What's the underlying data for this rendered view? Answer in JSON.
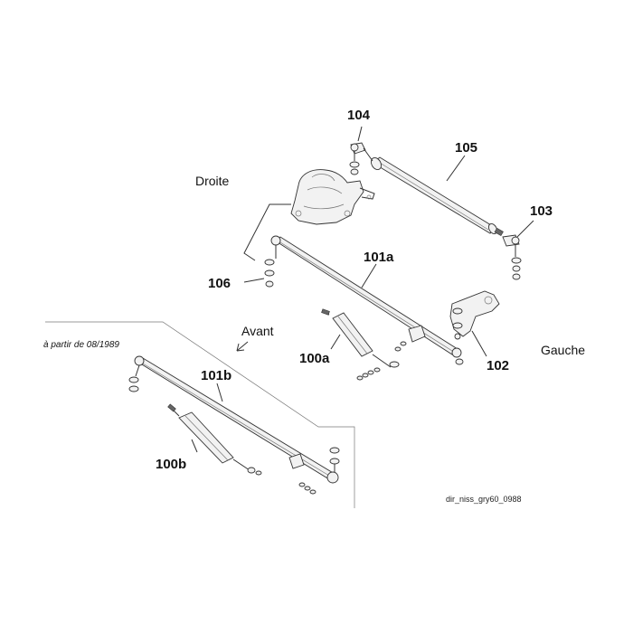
{
  "labels": {
    "droite": "Droite",
    "gauche": "Gauche",
    "avant": "Avant",
    "since": "à partir de 08/1989",
    "ref": "dir_niss_gry60_0988"
  },
  "parts": {
    "p104": "104",
    "p105": "105",
    "p103": "103",
    "p101a": "101a",
    "p106": "106",
    "p100a": "100a",
    "p102": "102",
    "p101b": "101b",
    "p100b": "100b"
  },
  "colors": {
    "ink": "#333333",
    "text": "#111111",
    "background": "#ffffff"
  }
}
